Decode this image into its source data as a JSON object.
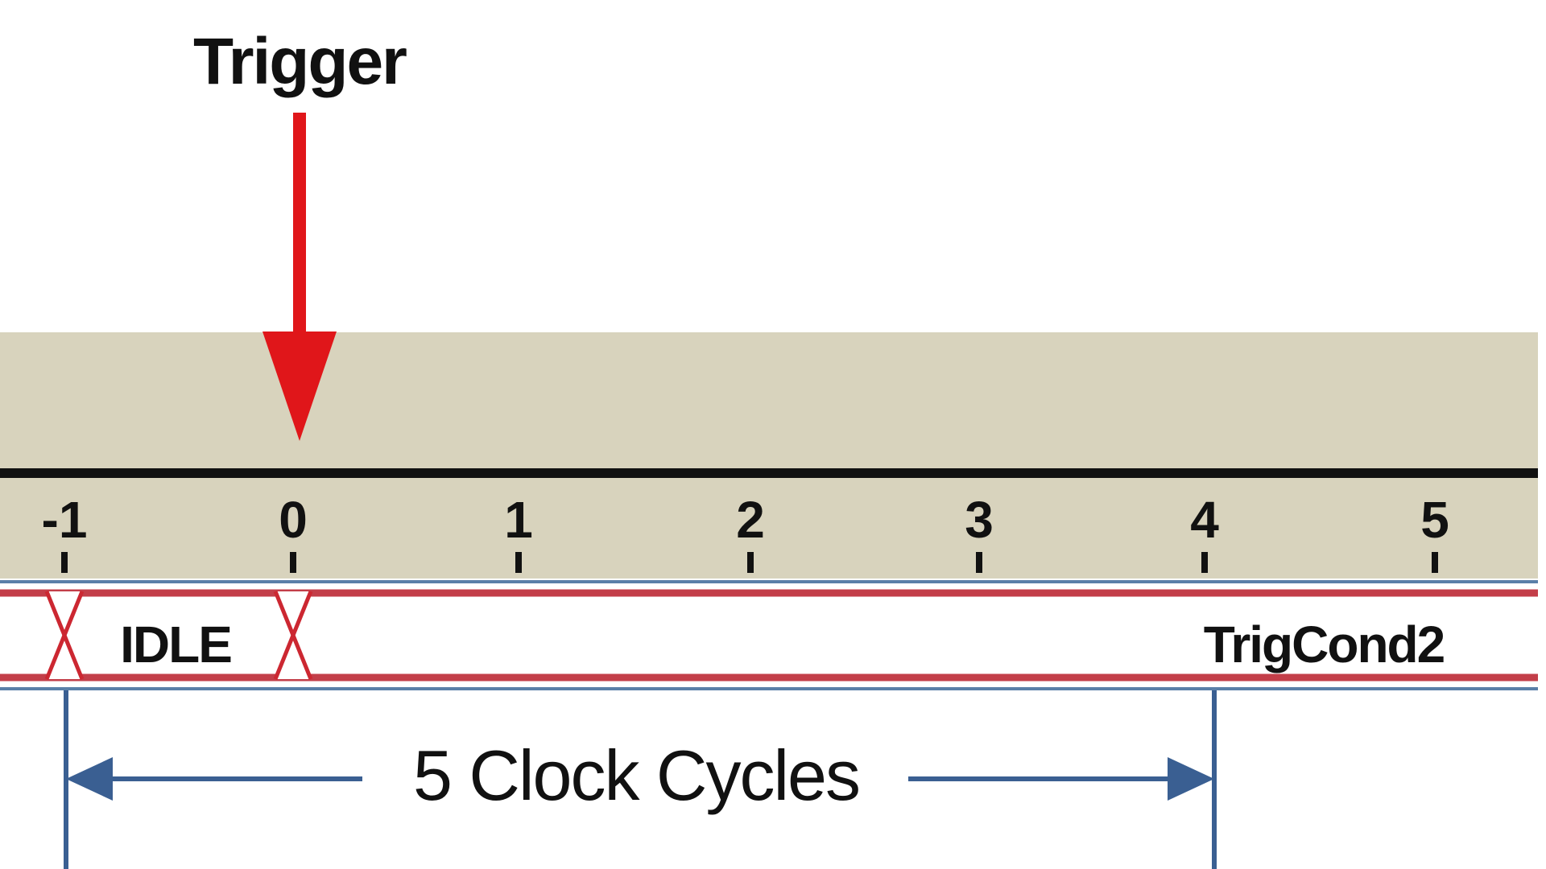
{
  "trigger": {
    "label": "Trigger",
    "arrow_color": "#e0161a"
  },
  "colors": {
    "timeline_band": "#d8d3bd",
    "timeline_line": "#111111",
    "tick": "#111111",
    "bus_outer_blue": "#5a7fa8",
    "bus_inner_red": "#c33e49",
    "transition_x": "#cc2731",
    "measure_line": "#3a5f92"
  },
  "ticks": [
    "-1",
    "0",
    "1",
    "2",
    "3",
    "4",
    "5"
  ],
  "bus": {
    "states": [
      "IDLE",
      "TrigCond2"
    ]
  },
  "measure": {
    "label": "5 Clock Cycles"
  }
}
